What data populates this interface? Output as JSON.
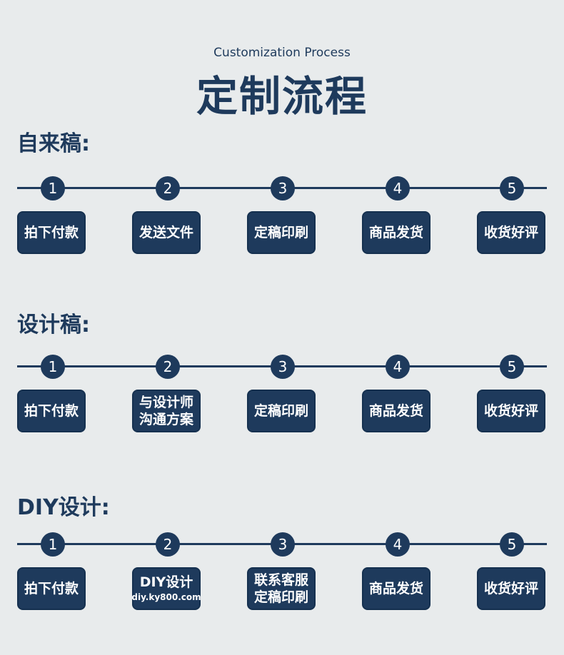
{
  "header": {
    "subtitle": "Customization Process",
    "title": "定制流程"
  },
  "sections": [
    {
      "heading": "自来稿:",
      "steps": [
        {
          "num": "1",
          "line1": "拍下付款",
          "line2": ""
        },
        {
          "num": "2",
          "line1": "发送文件",
          "line2": ""
        },
        {
          "num": "3",
          "line1": "定稿印刷",
          "line2": ""
        },
        {
          "num": "4",
          "line1": "商品发货",
          "line2": ""
        },
        {
          "num": "5",
          "line1": "收货好评",
          "line2": ""
        }
      ]
    },
    {
      "heading": "设计稿:",
      "steps": [
        {
          "num": "1",
          "line1": "拍下付款",
          "line2": ""
        },
        {
          "num": "2",
          "line1": "与设计师",
          "line2": "沟通方案"
        },
        {
          "num": "3",
          "line1": "定稿印刷",
          "line2": ""
        },
        {
          "num": "4",
          "line1": "商品发货",
          "line2": ""
        },
        {
          "num": "5",
          "line1": "收货好评",
          "line2": ""
        }
      ]
    },
    {
      "heading": "DIY设计:",
      "steps": [
        {
          "num": "1",
          "line1": "拍下付款",
          "line2": ""
        },
        {
          "num": "2",
          "line1": "DIY设计",
          "line2": "diy.ky800.com"
        },
        {
          "num": "3",
          "line1": "联系客服",
          "line2": "定稿印刷"
        },
        {
          "num": "4",
          "line1": "商品发货",
          "line2": ""
        },
        {
          "num": "5",
          "line1": "收货好评",
          "line2": ""
        }
      ]
    }
  ]
}
